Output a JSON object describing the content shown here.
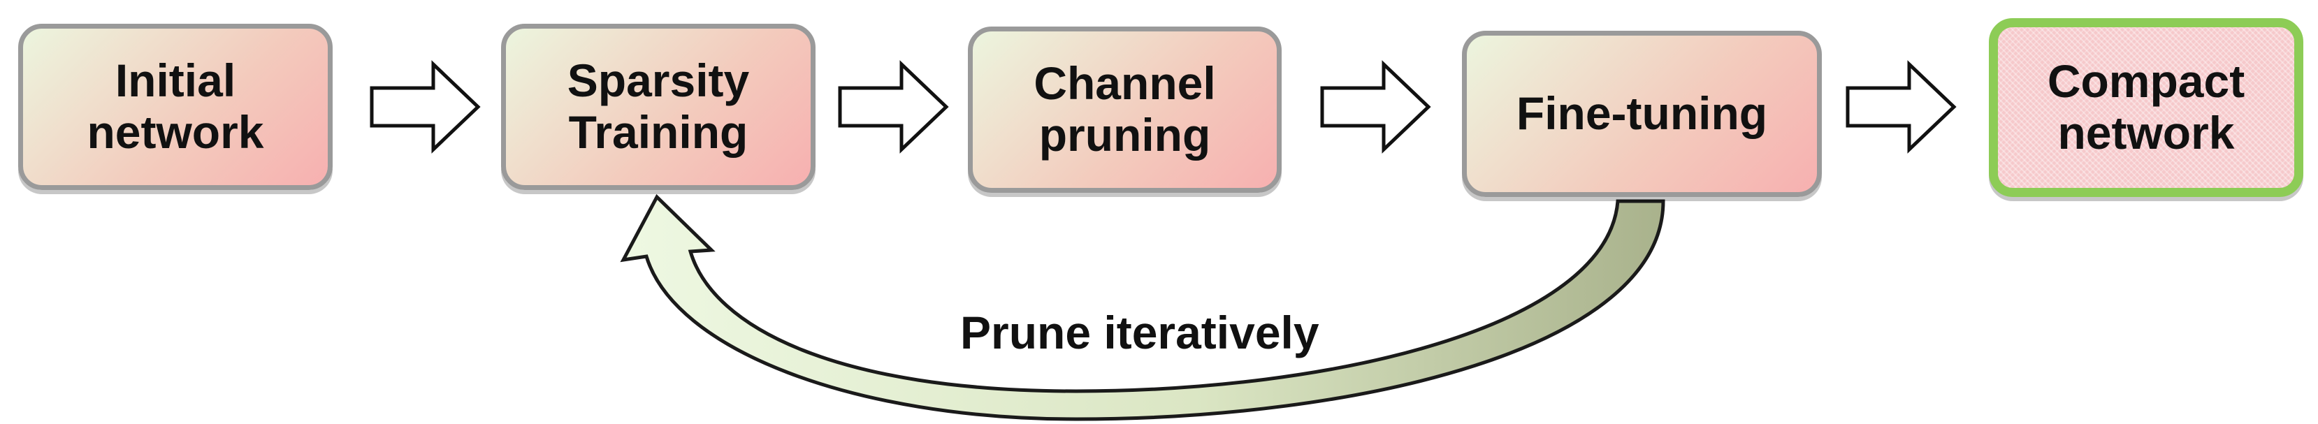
{
  "nodes": [
    {
      "id": "initial-network",
      "label": "Initial\nnetwork"
    },
    {
      "id": "sparsity-training",
      "label": "Sparsity\nTraining"
    },
    {
      "id": "channel-pruning",
      "label": "Channel\npruning"
    },
    {
      "id": "fine-tuning",
      "label": "Fine-tuning"
    },
    {
      "id": "compact-network",
      "label": "Compact\nnetwork"
    }
  ],
  "edges": [
    {
      "from": "initial-network",
      "to": "sparsity-training"
    },
    {
      "from": "sparsity-training",
      "to": "channel-pruning"
    },
    {
      "from": "channel-pruning",
      "to": "fine-tuning"
    },
    {
      "from": "fine-tuning",
      "to": "compact-network"
    },
    {
      "from": "fine-tuning",
      "to": "sparsity-training",
      "label": "Prune iteratively"
    }
  ],
  "colors": {
    "node_border": "#9a9a9a",
    "final_border": "#8dcc56",
    "gradient_start": "#ecf5de",
    "gradient_end": "#f7b0b0",
    "loop_fill_start": "#e9f6d9",
    "loop_fill_end": "#b0b994"
  }
}
